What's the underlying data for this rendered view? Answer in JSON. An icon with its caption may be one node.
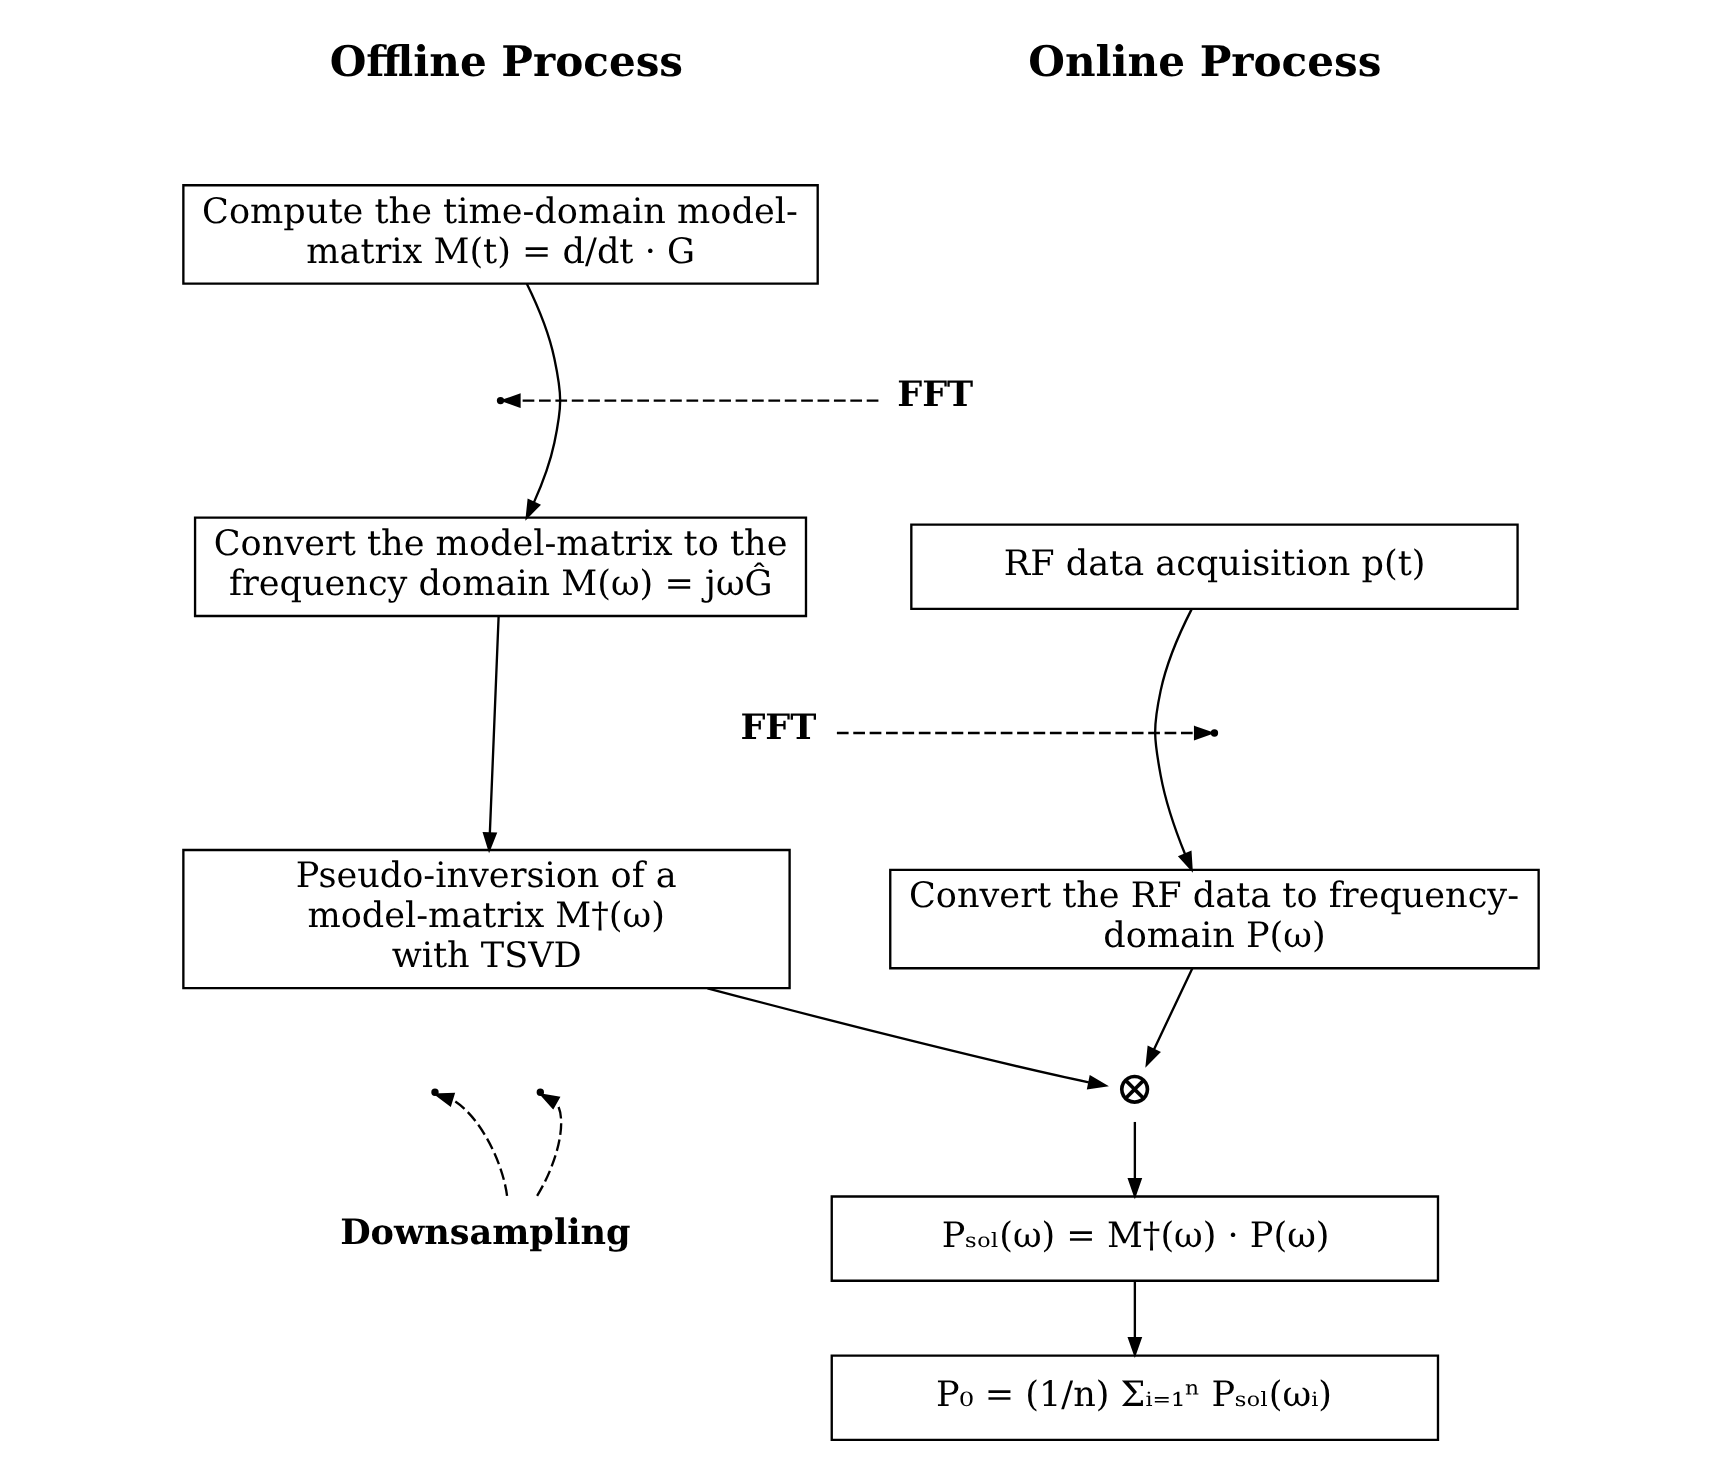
{
  "diagram": {
    "nodes": [
      {
        "text": [
          "Compute the time-domain model-matrix M(t) = d/dt · G"
        ]
      },
      {
        "text": [
          "FFT"
        ]
      },
      {
        "text": [
          "Convert the model-matrix to the frequency domain M(ω) = jωĜ"
        ]
      },
      {
        "text": [
          "Pseudo-inversion of a model-matrix M†(ω) with TSVD"
        ]
      },
      {
        "text": [
          "RF data acquisition p(t)"
        ]
      },
      {
        "text": [
          "FFT"
        ]
      },
      {
        "text": [
          "Convert the RF data to frequency-domain P(ω)"
        ]
      },
      {
        "text": [
          "⊗"
        ]
      },
      {
        "text": [
          "Pₛₒₗ(ω) = M†(ω) · P(ω)"
        ]
      },
      {
        "text": [
          "P₀ = (1/n) Σᵢ₌₁ⁿ Pₛₒₗ(ωᵢ)"
        ]
      },
      {
        "text": [
          "Downsampling"
        ]
      }
    ],
    "edges": [
      {
        "from": 0,
        "to": 2,
        "arrow": "to"
      },
      {
        "from": 1,
        "to": null,
        "arrow": "to",
        "style": "dashed"
      },
      {
        "from": 2,
        "to": 3,
        "arrow": "to"
      },
      {
        "from": 3,
        "to": 7,
        "arrow": "to"
      },
      {
        "from": 4,
        "to": 6,
        "arrow": "to"
      },
      {
        "from": 5,
        "to": null,
        "arrow": "to",
        "style": "dashed"
      },
      {
        "from": 6,
        "to": 7,
        "arrow": "to"
      },
      {
        "from": 7,
        "to": 8,
        "arrow": "to"
      },
      {
        "from": 8,
        "to": 9,
        "arrow": "to"
      },
      {
        "from": 10,
        "to": null,
        "arrow": "to",
        "style": "dashed"
      },
      {
        "from": 10,
        "to": null,
        "arrow": "to",
        "style": "dashed"
      }
    ],
    "labels": [
      "Offline Process",
      "Online Process"
    ]
  }
}
